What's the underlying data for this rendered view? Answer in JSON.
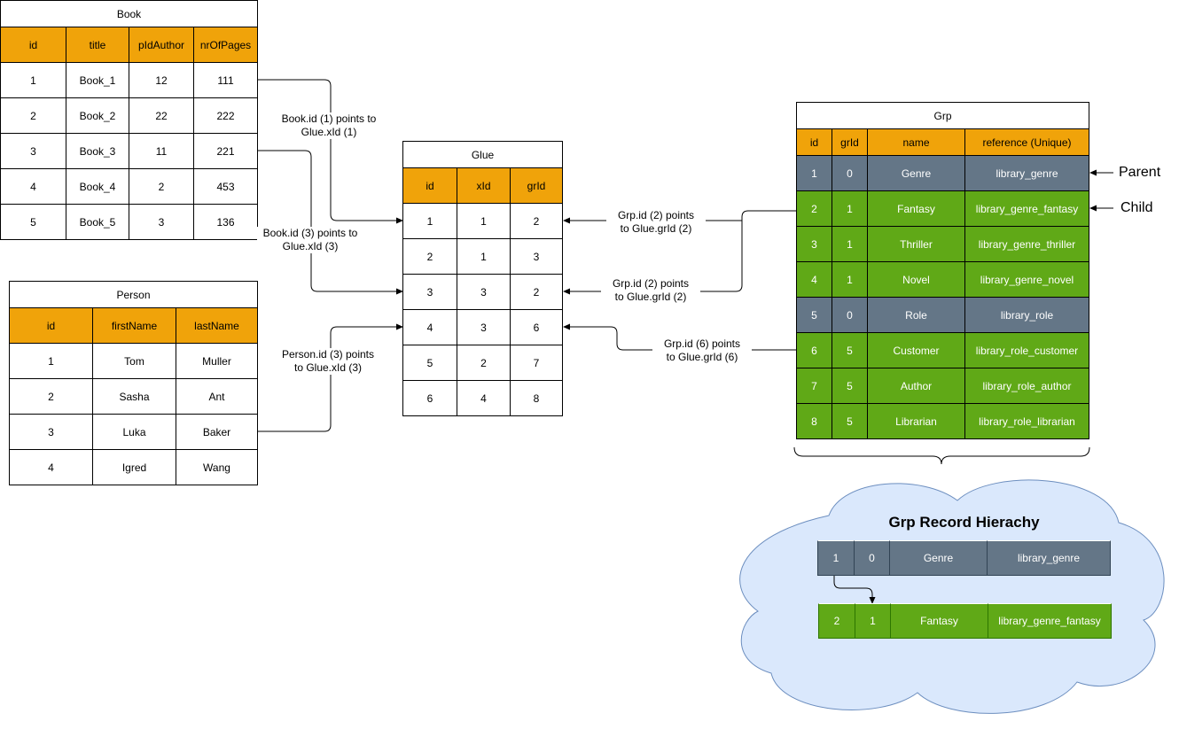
{
  "book": {
    "title": "Book",
    "columns": [
      "id",
      "title",
      "pIdAuthor",
      "nrOfPages"
    ],
    "rows": [
      [
        "1",
        "Book_1",
        "12",
        "111"
      ],
      [
        "2",
        "Book_2",
        "22",
        "222"
      ],
      [
        "3",
        "Book_3",
        "11",
        "221"
      ],
      [
        "4",
        "Book_4",
        "2",
        "453"
      ],
      [
        "5",
        "Book_5",
        "3",
        "136"
      ]
    ]
  },
  "person": {
    "title": "Person",
    "columns": [
      "id",
      "firstName",
      "lastName"
    ],
    "rows": [
      [
        "1",
        "Tom",
        "Muller"
      ],
      [
        "2",
        "Sasha",
        "Ant"
      ],
      [
        "3",
        "Luka",
        "Baker"
      ],
      [
        "4",
        "Igred",
        "Wang"
      ]
    ]
  },
  "glue": {
    "title": "Glue",
    "columns": [
      "id",
      "xId",
      "grId"
    ],
    "rows": [
      [
        "1",
        "1",
        "2"
      ],
      [
        "2",
        "1",
        "3"
      ],
      [
        "3",
        "3",
        "2"
      ],
      [
        "4",
        "3",
        "6"
      ],
      [
        "5",
        "2",
        "7"
      ],
      [
        "6",
        "4",
        "8"
      ]
    ]
  },
  "grp": {
    "title": "Grp",
    "columns": [
      "id",
      "grId",
      "name",
      "reference (Unique)"
    ],
    "rows": [
      {
        "cells": [
          "1",
          "0",
          "Genre",
          "library_genre"
        ],
        "kind": "parent"
      },
      {
        "cells": [
          "2",
          "1",
          "Fantasy",
          "library_genre_fantasy"
        ],
        "kind": "child"
      },
      {
        "cells": [
          "3",
          "1",
          "Thriller",
          "library_genre_thriller"
        ],
        "kind": "child"
      },
      {
        "cells": [
          "4",
          "1",
          "Novel",
          "library_genre_novel"
        ],
        "kind": "child"
      },
      {
        "cells": [
          "5",
          "0",
          "Role",
          "library_role"
        ],
        "kind": "parent"
      },
      {
        "cells": [
          "6",
          "5",
          "Customer",
          "library_role_customer"
        ],
        "kind": "child"
      },
      {
        "cells": [
          "7",
          "5",
          "Author",
          "library_role_author"
        ],
        "kind": "child"
      },
      {
        "cells": [
          "8",
          "5",
          "Librarian",
          "library_role_librarian"
        ],
        "kind": "child"
      }
    ],
    "side_labels": [
      "Parent",
      "Child"
    ]
  },
  "connector_labels": [
    "Book.id (1) points to\nGlue.xId (1)",
    "Book.id (3) points to\nGlue.xId (3)",
    "Person.id (3) points\nto Glue.xId (3)",
    "Grp.id (2) points\nto Glue.grId (2)",
    "Grp.id (2) points\nto Glue.grId (2)",
    "Grp.id (6) points\nto Glue.grId (6)"
  ],
  "hierarchy": {
    "title": "Grp Record Hierachy",
    "parent_row": [
      "1",
      "0",
      "Genre",
      "library_genre"
    ],
    "child_row": [
      "2",
      "1",
      "Fantasy",
      "library_genre_fantasy"
    ]
  },
  "colors": {
    "header": "#f0a30a",
    "parent_row": "#647687",
    "child_row": "#60a917",
    "cloud_fill": "#dae8fc",
    "cloud_stroke": "#6c8ebf"
  }
}
